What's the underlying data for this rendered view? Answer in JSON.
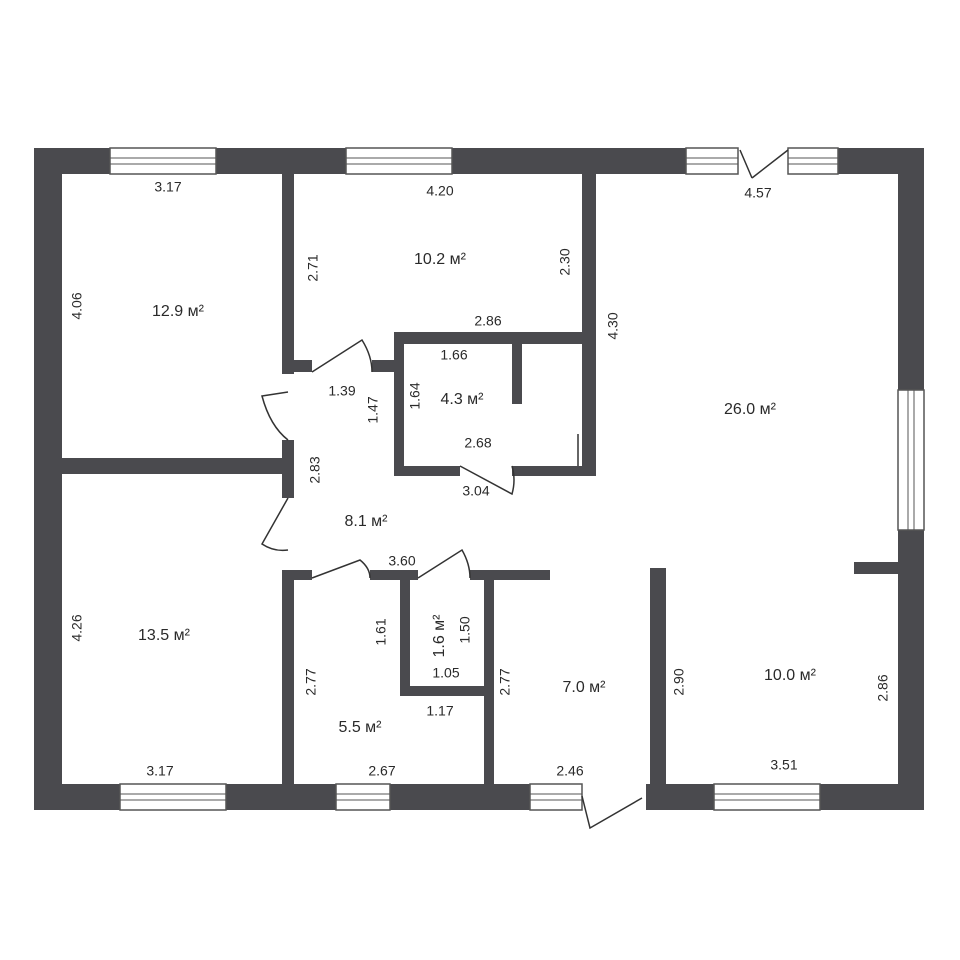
{
  "colors": {
    "wall": "#4a4a4e",
    "window_frame": "#555555",
    "background": "#ffffff",
    "text": "#2a2a2a"
  },
  "rooms": [
    {
      "id": "bedroom-left-top",
      "area": "12.9 м²"
    },
    {
      "id": "room-top-middle",
      "area": "10.2 м²"
    },
    {
      "id": "living-room",
      "area": "26.0 м²"
    },
    {
      "id": "storage",
      "area": "4.3 м²"
    },
    {
      "id": "hallway",
      "area": "8.1 м²"
    },
    {
      "id": "bedroom-left-bottom",
      "area": "13.5 м²"
    },
    {
      "id": "bathroom",
      "area": "5.5 м²"
    },
    {
      "id": "toilet",
      "area": "1.6 м²"
    },
    {
      "id": "entrance-room",
      "area": "7.0 м²"
    },
    {
      "id": "kitchen",
      "area": "10.0 м²"
    }
  ],
  "dimensions": [
    "3.17",
    "4.20",
    "4.57",
    "4.06",
    "2.71",
    "2.30",
    "4.30",
    "2.86",
    "1.66",
    "1.64",
    "1.39",
    "1.47",
    "2.68",
    "3.04",
    "2.83",
    "3.60",
    "1.61",
    "1.50",
    "1.05",
    "4.26",
    "2.77",
    "2.77",
    "2.90",
    "2.86",
    "1.17",
    "3.17",
    "2.67",
    "2.46",
    "3.51"
  ]
}
